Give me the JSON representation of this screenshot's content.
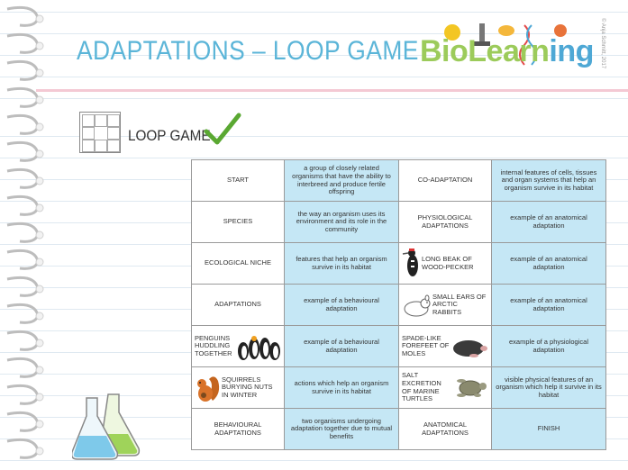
{
  "header": {
    "title": "ADAPTATIONS – LOOP GAME",
    "logo": {
      "bio": "Bio",
      "learn": "Learn",
      "ing": "ing"
    },
    "copyright": "© Anja Schmitt, 2017"
  },
  "section": {
    "label": "LOOP GAME",
    "thumbnail_icon": "loop-game-cards-icon",
    "check_icon": "checkmark-icon"
  },
  "table": {
    "rows": [
      {
        "c1": "START",
        "c2": "a group of closely related organisms that have the ability to interbreed and produce fertile offspring",
        "c3": "CO-ADAPTATION",
        "c4": "internal features of cells, tissues and organ systems that help an organism survive in its habitat"
      },
      {
        "c1": "SPECIES",
        "c2": "the way an organism uses its environment and its role in the community",
        "c3": "PHYSIOLOGICAL ADAPTATIONS",
        "c4": "example of an anatomical adaptation"
      },
      {
        "c1": "ECOLOGICAL NICHE",
        "c2": "features that help an organism survive in its habitat",
        "c3": "LONG BEAK OF WOOD-PECKER",
        "c4": "example of an anatomical adaptation"
      },
      {
        "c1": "ADAPTATIONS",
        "c2": "example of a behavioural adaptation",
        "c3": "SMALL EARS OF ARCTIC RABBITS",
        "c4": "example of an anatomical adaptation"
      },
      {
        "c1": "PENGUINS HUDDLING TOGETHER",
        "c2": "example of a behavioural adaptation",
        "c3": "SPADE-LIKE FOREFEET OF MOLES",
        "c4": "example of a physiological adaptation"
      },
      {
        "c1": "SQUIRRELS BURYING NUTS IN WINTER",
        "c2": "actions which help an organism survive in its habitat",
        "c3": "SALT EXCRETION OF MARINE TURTLES",
        "c4": "visible physical features of an organism which help it survive in its habitat"
      },
      {
        "c1": "BEHAVIOURAL ADAPTATIONS",
        "c2": "two organisms undergoing adaptation together due to mutual benefits",
        "c3": "ANATOMICAL ADAPTATIONS",
        "c4": "FINISH"
      }
    ]
  },
  "colors": {
    "accent": "#5bb5d8",
    "answer_cell": "#c5e7f5",
    "check": "#5aa832",
    "flask_blue": "#7ec9ea",
    "flask_green": "#9fd35a"
  }
}
